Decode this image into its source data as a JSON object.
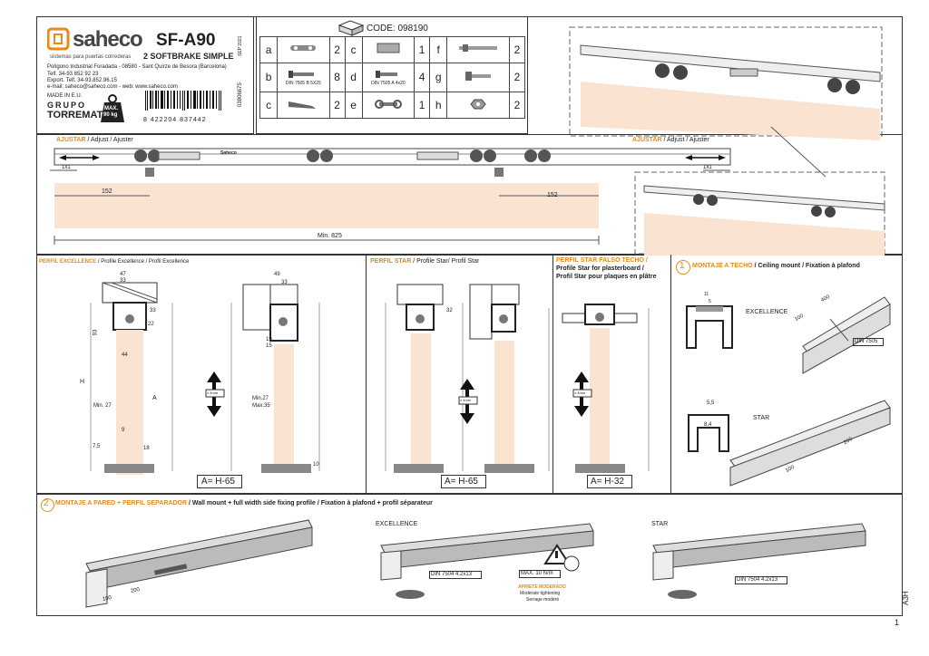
{
  "header": {
    "logo_text": "saheco",
    "logo_tagline": "sistemas para puertas correderas",
    "address_line1": "Polígono Industrial Foradada - 08580 - Sant Quirze de Besora (Barcelona)",
    "tel": "Telf. 34-93 852 92 23",
    "export_tel": "Export. Telf. 34-93.852.96.15",
    "email_web": "e-mail: saheco@saheco.com - web: www.saheco.com",
    "made_in": "MADE IN E.U.",
    "grupo": "GRUPO",
    "torremat": "TORREMAT",
    "max_weight": "MAX.",
    "max_weight_value": "90 kg",
    "product_code": "SF-A90",
    "product_name": "2 SOFTBRAKE SIMPLE",
    "vertical_date": "SEP 2021",
    "vertical_ref": "03806675",
    "barcode_digits": "8 422204 837442"
  },
  "parts": {
    "code": "CODE: 098190",
    "rows": [
      [
        {
          "id": "a",
          "qty": "2",
          "desc": ""
        },
        {
          "id": "c",
          "qty": "1",
          "desc": ""
        },
        {
          "id": "f",
          "qty": "2",
          "desc": ""
        }
      ],
      [
        {
          "id": "b",
          "qty": "8",
          "desc": "DIN 7505 B 5X25"
        },
        {
          "id": "d",
          "qty": "4",
          "desc": "DIN 7505 A 4x20"
        },
        {
          "id": "g",
          "qty": "2",
          "desc": ""
        }
      ],
      [
        {
          "id": "c",
          "qty": "2",
          "desc": ""
        },
        {
          "id": "e",
          "qty": "1",
          "desc": ""
        },
        {
          "id": "h",
          "qty": "2",
          "desc": ""
        }
      ]
    ]
  },
  "adjust": {
    "label_orange": "AJUSTAR",
    "label_rest": " / Adjust / Ajuster",
    "label_orange_right": "AJUSTAR",
    "label_rest_right": " / Adjust / Ajuster",
    "dim_1x1_left": "1x1",
    "dim_1x1_right": "1x1",
    "dim_152_left": "152",
    "dim_152_right": "152",
    "dim_min": "Min. 825",
    "brand_mark": "Saheco"
  },
  "profiles": {
    "excellence_title_orange": "PERFIL EXCELLENCE",
    "excellence_title_rest": " / Profile Excellence / Profil Excellence",
    "star_title_orange": "PERFIL STAR",
    "star_title_rest": " / Profile Star/ Profil Star",
    "falso_title_orange": "PERFIL STAR FALSO TECHO /",
    "falso_line2": "Profile Star for plasterboard /",
    "falso_line3": "Profil Star pour plaques en plâtre",
    "dims": {
      "d47": "47",
      "d33": "33",
      "d49": "49",
      "d33b": "33",
      "d93": "93",
      "d44": "44",
      "d22": "22",
      "d33v": "33",
      "d19": "19",
      "d15": "15",
      "dA": "A",
      "dH": "H",
      "dmin27": "Min. 27",
      "dmin27b": "Min.27",
      "dmax35": "Max.35",
      "d9": "9",
      "d75": "7,5",
      "d18": "18",
      "d10": "10",
      "d32": "32",
      "dpm": "± 4mm"
    },
    "formula_exc": "A= H-65",
    "formula_star": "A= H-65",
    "formula_falso": "A= H-32"
  },
  "ceiling": {
    "step": "1",
    "title_orange": "MONTAJE A TECHO",
    "title_rest": " / Ceiling mount / Fixation à plafond",
    "excellence": "EXCELLENCE",
    "star": "STAR",
    "d11": "11",
    "d5": "5",
    "d55": "5,5",
    "d84": "8,4",
    "d400": "400",
    "d100": "100",
    "d200": "200",
    "d100b": "100",
    "din7505": "DIN 7505"
  },
  "wall": {
    "step": "2",
    "title_orange": "MONTAJE A PARED + PERFIL SEPARADOR",
    "title_rest": " / Wall mount + full width side fixing profile / Fixation à plafond + profil séparateur",
    "excellence": "EXCELLENCE",
    "star": "STAR",
    "d100": "100",
    "d200": "200",
    "din7504_a": "DIN 7504 4.2x13",
    "din7504_b": "DIN 7504 4.2x13",
    "max_torque": "MAX. 10 N/m",
    "apriete": "APRIETE MODERADO",
    "moderate": "Moderate tightening",
    "serrage": "Serrage modéré"
  },
  "footer": {
    "sheet_size": "A3H",
    "page": "1"
  }
}
